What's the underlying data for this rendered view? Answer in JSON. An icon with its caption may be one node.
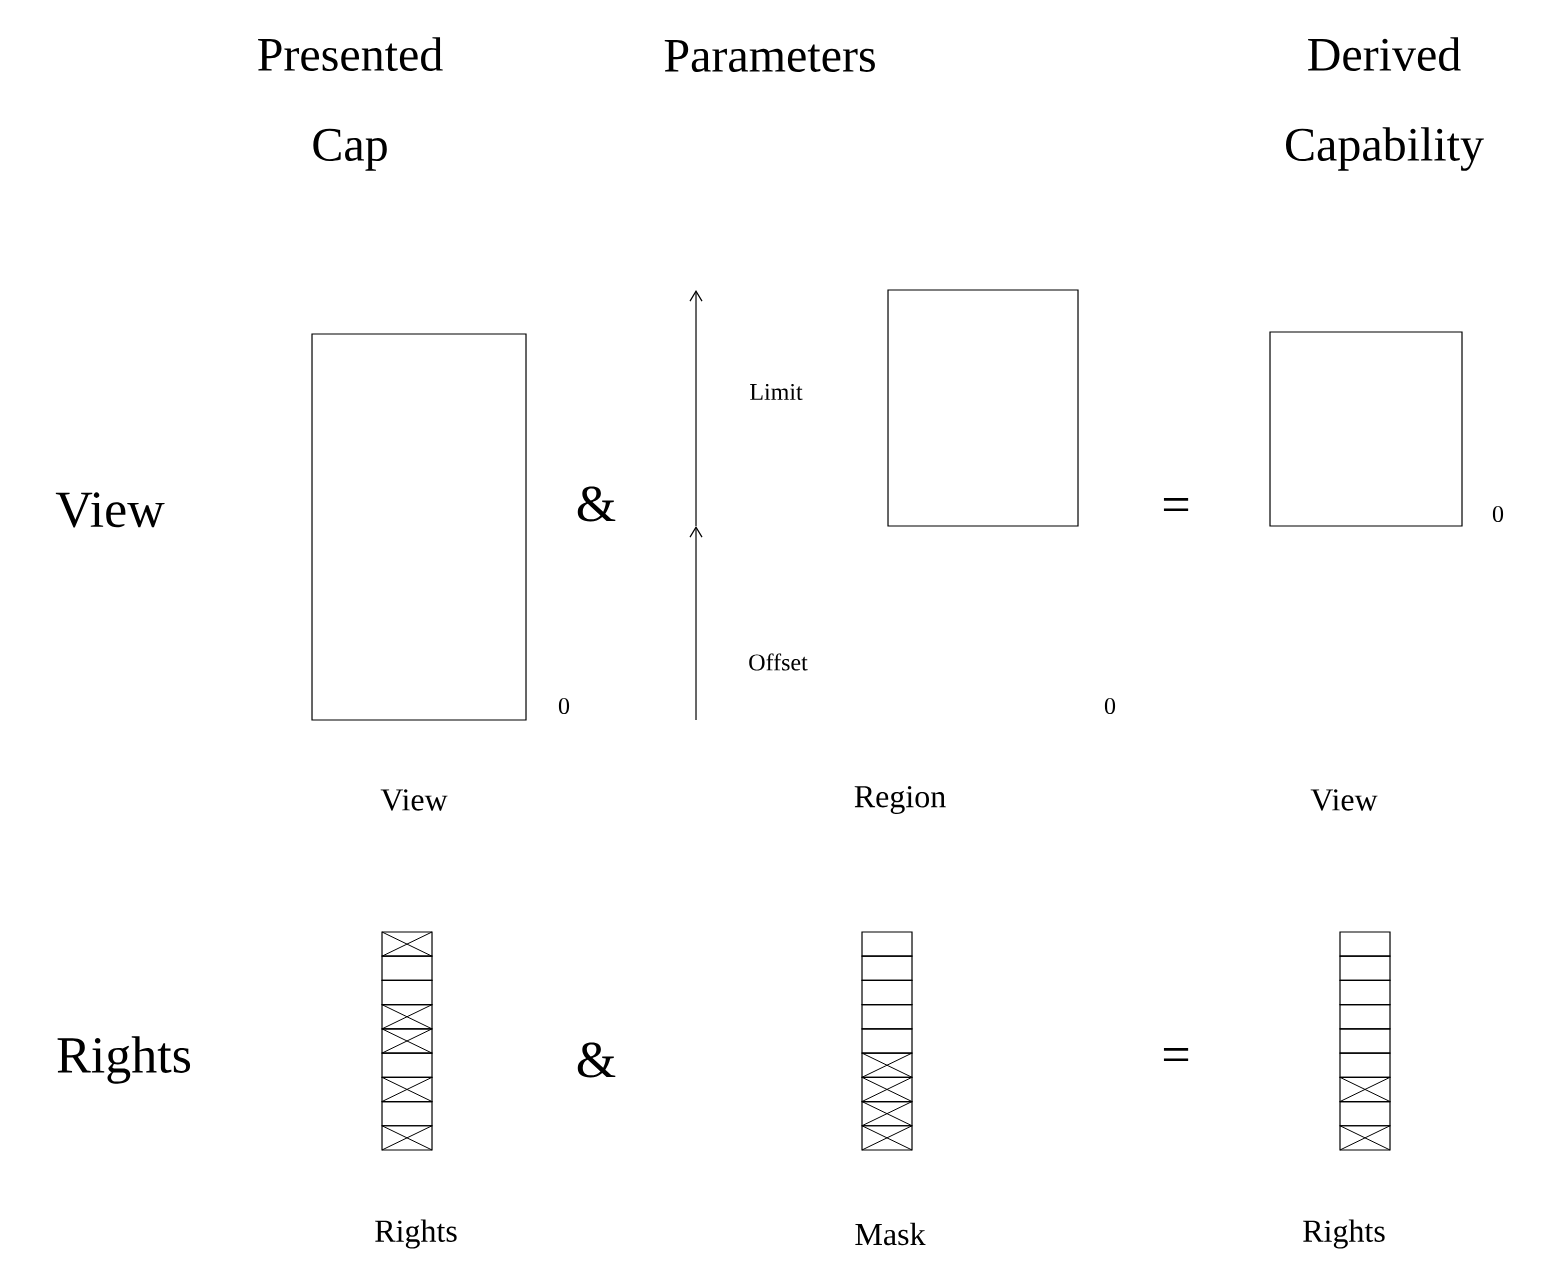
{
  "diagram": {
    "nodes": [
      {
        "text": [],
        "shape": "box"
      },
      {
        "text": [],
        "shape": "box"
      },
      {
        "text": [],
        "shape": "box"
      }
    ],
    "labels": [
      "Presented Cap",
      "Parameters",
      "Derived Capability",
      "Limit",
      "View",
      "&",
      "=",
      "0",
      "Offset",
      "0",
      "0",
      "View",
      "Region",
      "View",
      "Rights",
      "&",
      "=",
      "Rights",
      "Mask",
      "Rights"
    ]
  }
}
